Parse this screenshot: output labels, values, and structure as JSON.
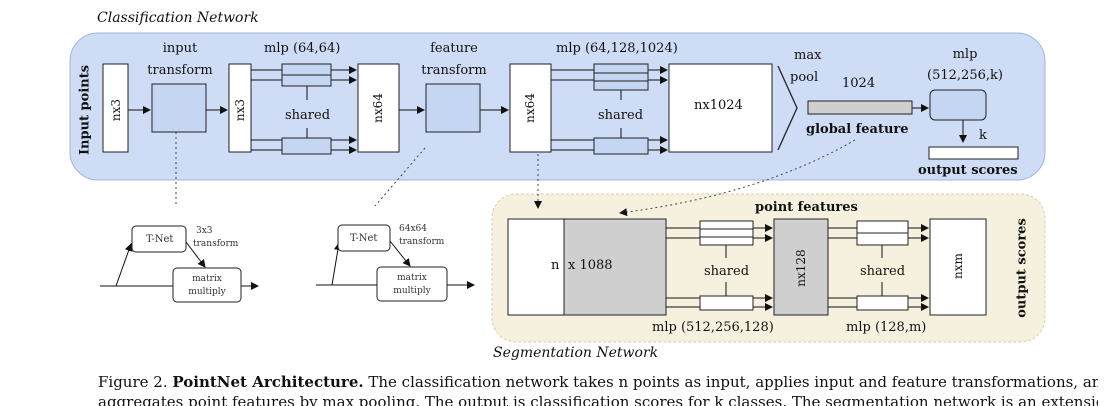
{
  "classification": {
    "title": "Classification Network",
    "input_points": "Input points",
    "input_transform": [
      "input",
      "transform"
    ],
    "mlp1": "mlp (64,64)",
    "feature_transform": [
      "feature",
      "transform"
    ],
    "mlp2": "mlp (64,128,1024)",
    "max_pool": [
      "max",
      "pool"
    ],
    "global_dim": "1024",
    "global_feature": "global feature",
    "mlp3": [
      "mlp",
      "(512,256,k)"
    ],
    "k": "k",
    "output_scores": "output scores",
    "nx3_a": "nx3",
    "nx3_b": "nx3",
    "nx64_a": "nx64",
    "nx64_b": "nx64",
    "nx1024": "nx1024",
    "shared": "shared"
  },
  "tnet": {
    "left": {
      "tnet": "T-Net",
      "transform": [
        "3x3",
        "transform"
      ],
      "multiply": [
        "matrix",
        "multiply"
      ]
    },
    "right": {
      "tnet": "T-Net",
      "transform": [
        "64x64",
        "transform"
      ],
      "multiply": [
        "matrix",
        "multiply"
      ]
    }
  },
  "segmentation": {
    "title": "Segmentation Network",
    "point_features": "point features",
    "n": "n",
    "x1088": "x 1088",
    "nx128": "nx128",
    "nxm": "nxm",
    "shared": "shared",
    "mlp1": "mlp (512,256,128)",
    "mlp2": "mlp (128,m)",
    "output_scores": "output scores"
  },
  "caption": {
    "prefix": "Figure 2. ",
    "bold": "PointNet Architecture.",
    "text": " The classification network takes n points as input, applies input and feature transformations, and then",
    "line2": "aggregates point features by max pooling. The output is classification scores for k classes. The segmentation network is an extension to the"
  },
  "colors": {
    "cls_bg": "#cfdcf5",
    "seg_bg": "#f6f1df",
    "box_blue": "#c5d6f2",
    "gray": "#cfcfcf"
  }
}
